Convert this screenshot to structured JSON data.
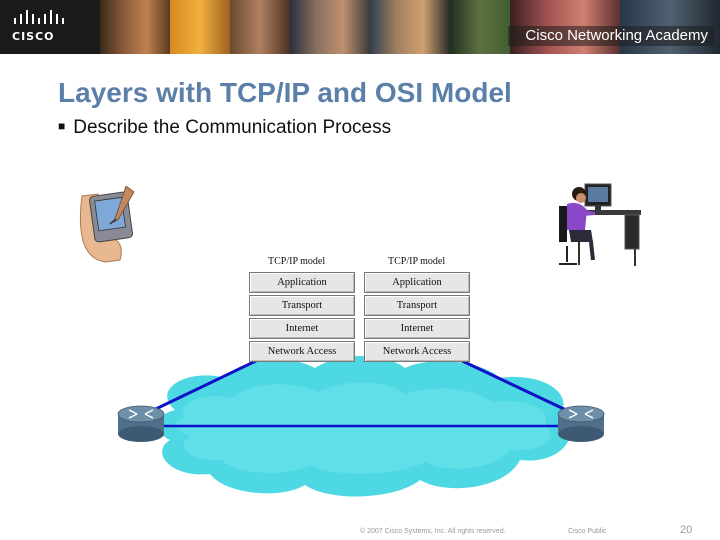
{
  "header": {
    "logo_text": "CISCO",
    "academy_text": "Cisco Networking Academy",
    "colors": {
      "banner": "#1a1a1a",
      "logo": "#ffffff"
    }
  },
  "slide": {
    "title": "Layers with TCP/IP and OSI Model",
    "bullet": "Describe the Communication Process",
    "title_color": "#5b7fa8"
  },
  "diagram": {
    "left_stack": {
      "heading": "TCP/IP model",
      "layers": [
        "Application",
        "Transport",
        "Internet",
        "Network Access"
      ]
    },
    "right_stack": {
      "heading": "TCP/IP model",
      "layers": [
        "Application",
        "Transport",
        "Internet",
        "Network Access"
      ]
    },
    "colors": {
      "cloud": "#4ed8e4",
      "link": "#1010c8",
      "router": "#4f6f8a"
    },
    "icons": [
      "pda-hand-icon",
      "user-at-workstation-icon",
      "router-icon",
      "network-cloud-icon"
    ]
  },
  "footer": {
    "copyright": "© 2007 Cisco Systems, Inc. All rights reserved.",
    "classification": "Cisco Public",
    "page_number": "20"
  }
}
